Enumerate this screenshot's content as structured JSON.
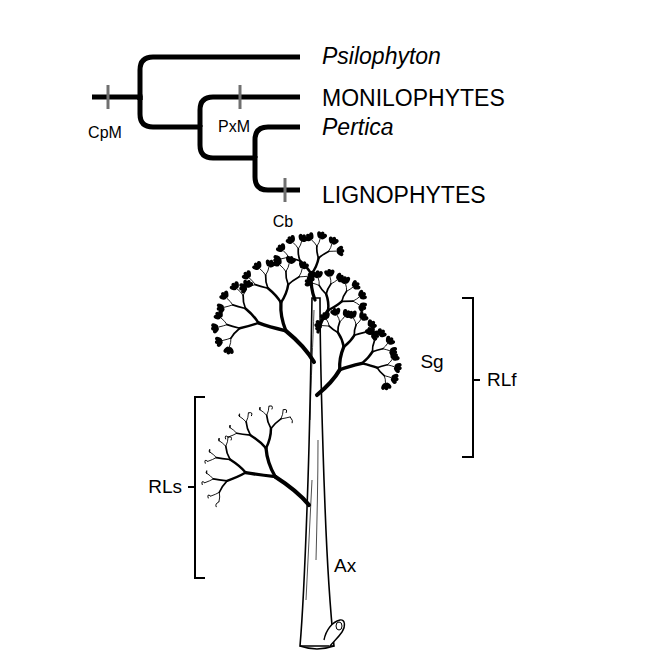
{
  "diagram": {
    "labels": [
      "Psilophyton",
      "MONILOPHYTES",
      "Pertica",
      "LIGNOPHYTES",
      "CpM",
      "PxM",
      "Cb",
      "Sg",
      "RLf",
      "RLs",
      "Ax"
    ]
  }
}
